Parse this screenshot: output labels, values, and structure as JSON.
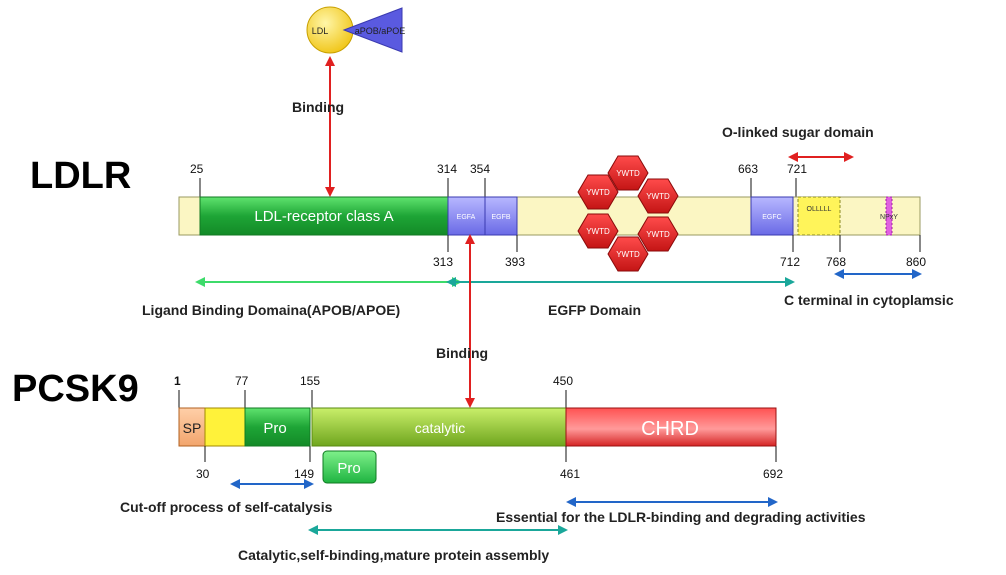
{
  "ldlr": {
    "name": "LDLR",
    "ligand": {
      "ldl": "LDL",
      "apo": "aPOB/aPOE"
    },
    "binding_top": "Binding",
    "o_linked": "O-linked sugar domain",
    "positions_top": [
      "25",
      "314",
      "354",
      "663",
      "721"
    ],
    "positions_bottom": [
      "313",
      "393",
      "712",
      "768",
      "860"
    ],
    "domains": {
      "class_a": "LDL-receptor class A",
      "egfa": "EGFA",
      "egfb": "EGFB",
      "egfc": "EGFC",
      "ywtd": "YWTD",
      "olinked_box": "OLLLLL",
      "npxy": "NPxY"
    },
    "ligand_region": "Ligand Binding Domaina(APOB/APOE)",
    "egfp_region": "EGFP Domain",
    "c_terminal": "C terminal in cytoplamsic"
  },
  "binding_mid": "Binding",
  "pcsk9": {
    "name": "PCSK9",
    "positions_top": [
      "1",
      "77",
      "155",
      "450"
    ],
    "positions_bottom": [
      "30",
      "149",
      "461",
      "692"
    ],
    "domains": {
      "sp": "SP",
      "pro": "Pro",
      "catalytic": "catalytic",
      "chrd": "CHRD",
      "pro_cut": "Pro"
    },
    "cutoff": "Cut-off process of self-catalysis",
    "essential": "Essential for the LDLR-binding and degrading activities",
    "catalytic_note": "Catalytic,self-binding,mature protein assembly"
  },
  "colors": {
    "green": "#22b04a",
    "egf_blue": "#8a8af0",
    "cream": "#fbf6c3",
    "red_hex": "#e52b2b",
    "arrow_red": "#e02020",
    "arrow_green": "#3ddb6a",
    "arrow_teal": "#1aa79a",
    "arrow_blue": "#2266c8"
  }
}
